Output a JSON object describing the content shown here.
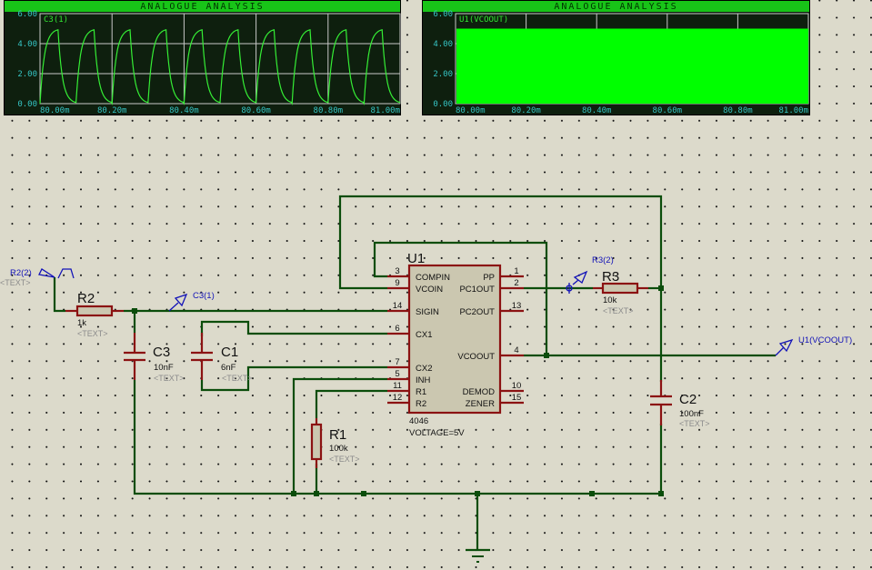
{
  "graphs": [
    {
      "title": "ANALOGUE ANALYSIS",
      "trace": "C3(1)",
      "y_ticks": [
        "6.00",
        "4.00",
        "2.00",
        "0.00"
      ],
      "x_ticks": [
        "80.00m",
        "80.20m",
        "80.40m",
        "80.60m",
        "80.80m",
        "81.00m"
      ]
    },
    {
      "title": "ANALOGUE ANALYSIS",
      "trace": "U1(VCOOUT)",
      "y_ticks": [
        "6.00",
        "4.00",
        "2.00",
        "0.00"
      ],
      "x_ticks": [
        "80.00m",
        "80.20m",
        "80.40m",
        "80.60m",
        "80.80m",
        "81.00m"
      ]
    }
  ],
  "chart_data": [
    {
      "type": "line",
      "title": "ANALOGUE ANALYSIS",
      "series": [
        {
          "name": "C3(1)",
          "shape": "RC-charged square wave",
          "low": 0.0,
          "high": 5.0,
          "period": 0.1,
          "pulses": 10,
          "first_rise": 80.0
        }
      ],
      "xlabel": "",
      "ylabel": "",
      "xlim": [
        80.0,
        81.0
      ],
      "ylim": [
        0.0,
        6.0
      ],
      "x_ticks": [
        80.0,
        80.2,
        80.4,
        80.6,
        80.8,
        81.0
      ],
      "y_ticks": [
        0.0,
        2.0,
        4.0,
        6.0
      ],
      "x_unit": "ms",
      "grid": true
    },
    {
      "type": "area",
      "title": "ANALOGUE ANALYSIS",
      "series": [
        {
          "name": "U1(VCOOUT)",
          "shape": "high-frequency square wave, visually filled",
          "low": 0.0,
          "high": 5.0
        }
      ],
      "xlabel": "",
      "ylabel": "",
      "xlim": [
        80.0,
        81.0
      ],
      "ylim": [
        0.0,
        6.0
      ],
      "x_ticks": [
        80.0,
        80.2,
        80.4,
        80.6,
        80.8,
        81.0
      ],
      "y_ticks": [
        0.0,
        2.0,
        4.0,
        6.0
      ],
      "x_unit": "ms",
      "grid": true
    }
  ],
  "schematic": {
    "u1": {
      "ref": "U1",
      "part": "4046",
      "prop": "VOLTAGE=5V",
      "left_pins": [
        {
          "num": "3",
          "name": "COMPIN"
        },
        {
          "num": "9",
          "name": "VCOIN"
        },
        {
          "num": "14",
          "name": "SIGIN"
        },
        {
          "num": "6",
          "name": "CX1"
        },
        {
          "num": "7",
          "name": "CX2"
        },
        {
          "num": "5",
          "name": "INH"
        },
        {
          "num": "11",
          "name": "R1"
        },
        {
          "num": "12",
          "name": "R2"
        }
      ],
      "right_pins": [
        {
          "num": "1",
          "name": "PP"
        },
        {
          "num": "2",
          "name": "PC1OUT"
        },
        {
          "num": "13",
          "name": "PC2OUT"
        },
        {
          "num": "4",
          "name": "VCOOUT"
        },
        {
          "num": "10",
          "name": "DEMOD"
        },
        {
          "num": "15",
          "name": "ZENER"
        }
      ]
    },
    "components": {
      "r1": {
        "ref": "R1",
        "value": "100k",
        "text": "<TEXT>"
      },
      "r2": {
        "ref": "R2",
        "value": "1k",
        "text": "<TEXT>"
      },
      "r3": {
        "ref": "R3",
        "value": "10k",
        "text": "<TEXT>"
      },
      "c1": {
        "ref": "C1",
        "value": "6nF",
        "text": "<TEXT>"
      },
      "c2": {
        "ref": "C2",
        "value": "100nF",
        "text": "<TEXT>"
      },
      "c3": {
        "ref": "C3",
        "value": "10nF",
        "text": "<TEXT>"
      }
    },
    "probes": {
      "r2": "R2(2)",
      "r2_text": "<TEXT>",
      "c3": "C3(1)",
      "r3": "R3(2)",
      "u1": "U1(VCOOUT)"
    }
  }
}
